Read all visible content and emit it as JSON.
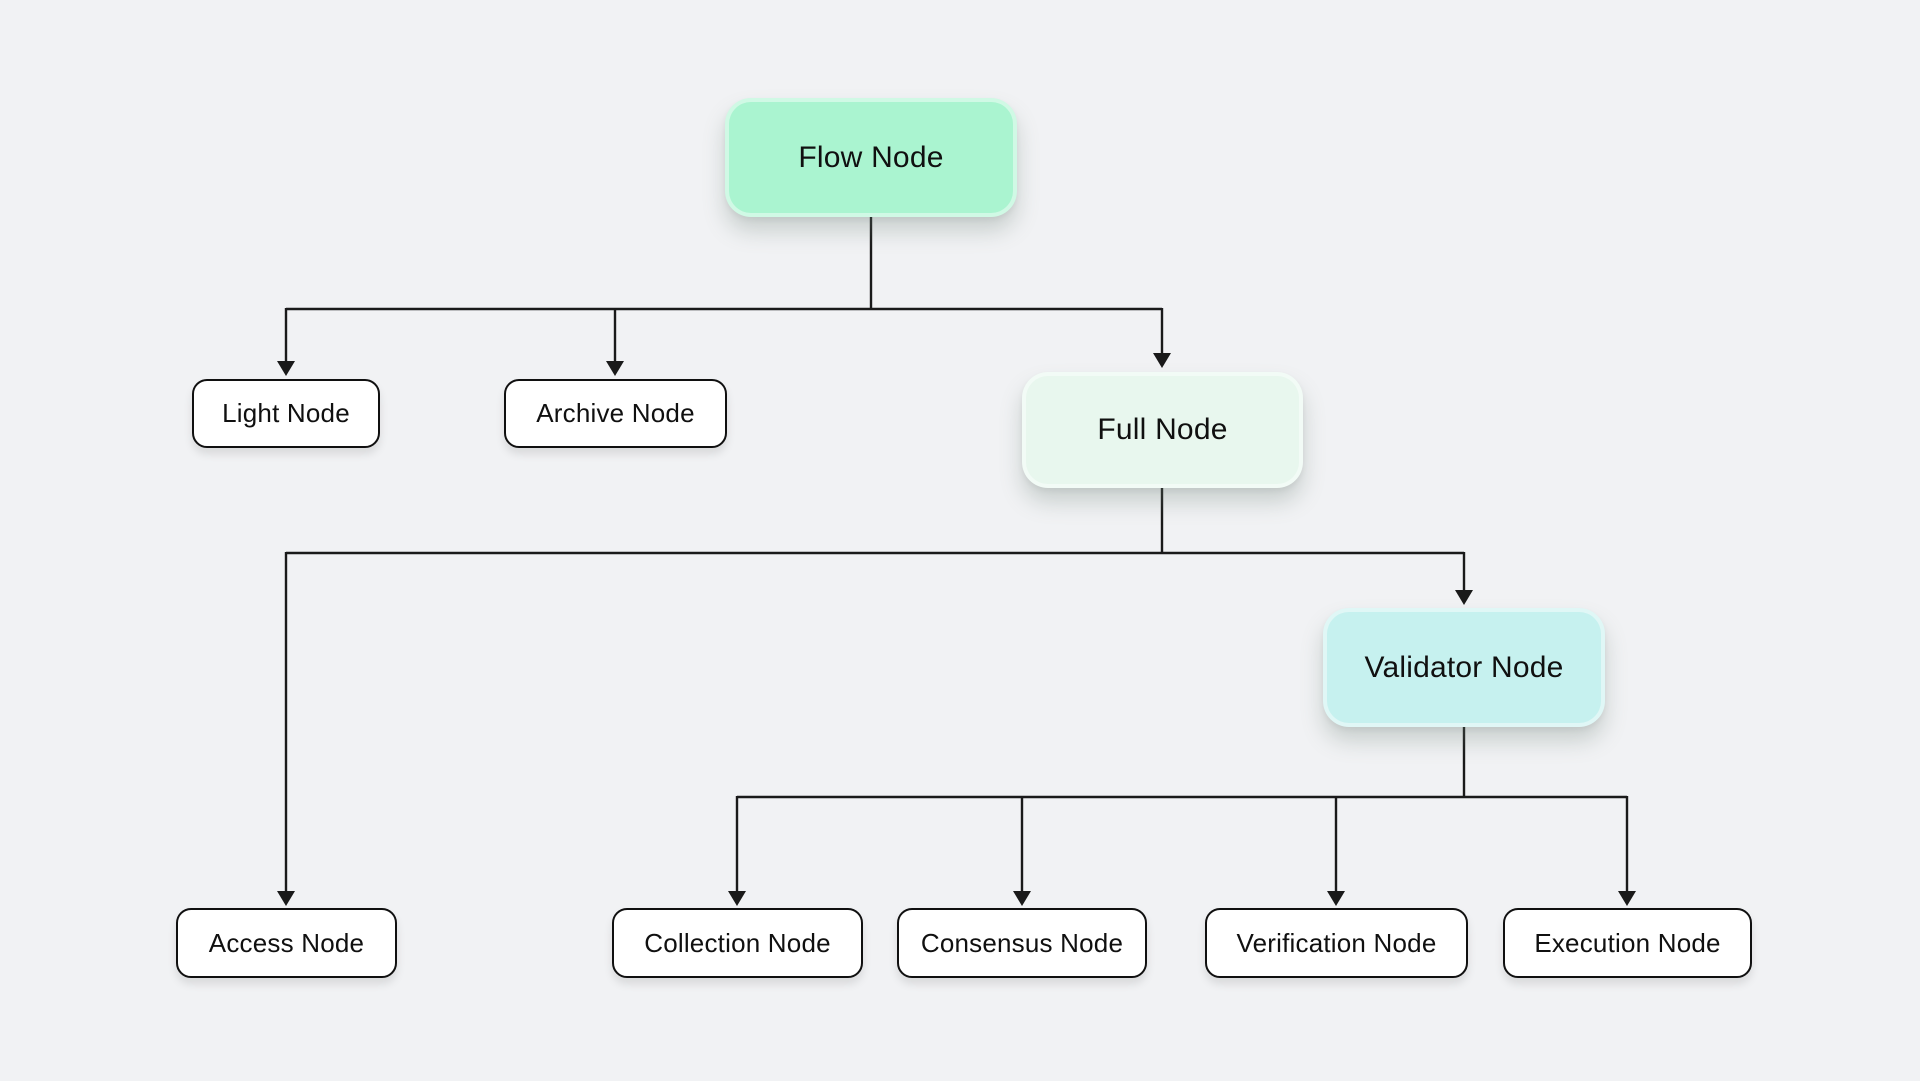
{
  "diagram": {
    "background_color": "#f1f2f4",
    "line_color": "#1a1a1a",
    "nodes": {
      "flow": {
        "label": "Flow Node",
        "fill": "#aaf4d0"
      },
      "light": {
        "label": "Light Node",
        "fill": "#ffffff"
      },
      "archive": {
        "label": "Archive Node",
        "fill": "#ffffff"
      },
      "full": {
        "label": "Full Node",
        "fill": "#e8f7ee"
      },
      "validator": {
        "label": "Validator Node",
        "fill": "#c6f1ef"
      },
      "access": {
        "label": "Access Node",
        "fill": "#ffffff"
      },
      "collection": {
        "label": "Collection Node",
        "fill": "#ffffff"
      },
      "consensus": {
        "label": "Consensus Node",
        "fill": "#ffffff"
      },
      "verification": {
        "label": "Verification Node",
        "fill": "#ffffff"
      },
      "execution": {
        "label": "Execution Node",
        "fill": "#ffffff"
      }
    },
    "edges": [
      {
        "from": "Flow Node",
        "to": "Light Node"
      },
      {
        "from": "Flow Node",
        "to": "Archive Node"
      },
      {
        "from": "Flow Node",
        "to": "Full Node"
      },
      {
        "from": "Full Node",
        "to": "Access Node"
      },
      {
        "from": "Full Node",
        "to": "Validator Node"
      },
      {
        "from": "Validator Node",
        "to": "Collection Node"
      },
      {
        "from": "Validator Node",
        "to": "Consensus Node"
      },
      {
        "from": "Validator Node",
        "to": "Verification Node"
      },
      {
        "from": "Validator Node",
        "to": "Execution Node"
      }
    ]
  }
}
